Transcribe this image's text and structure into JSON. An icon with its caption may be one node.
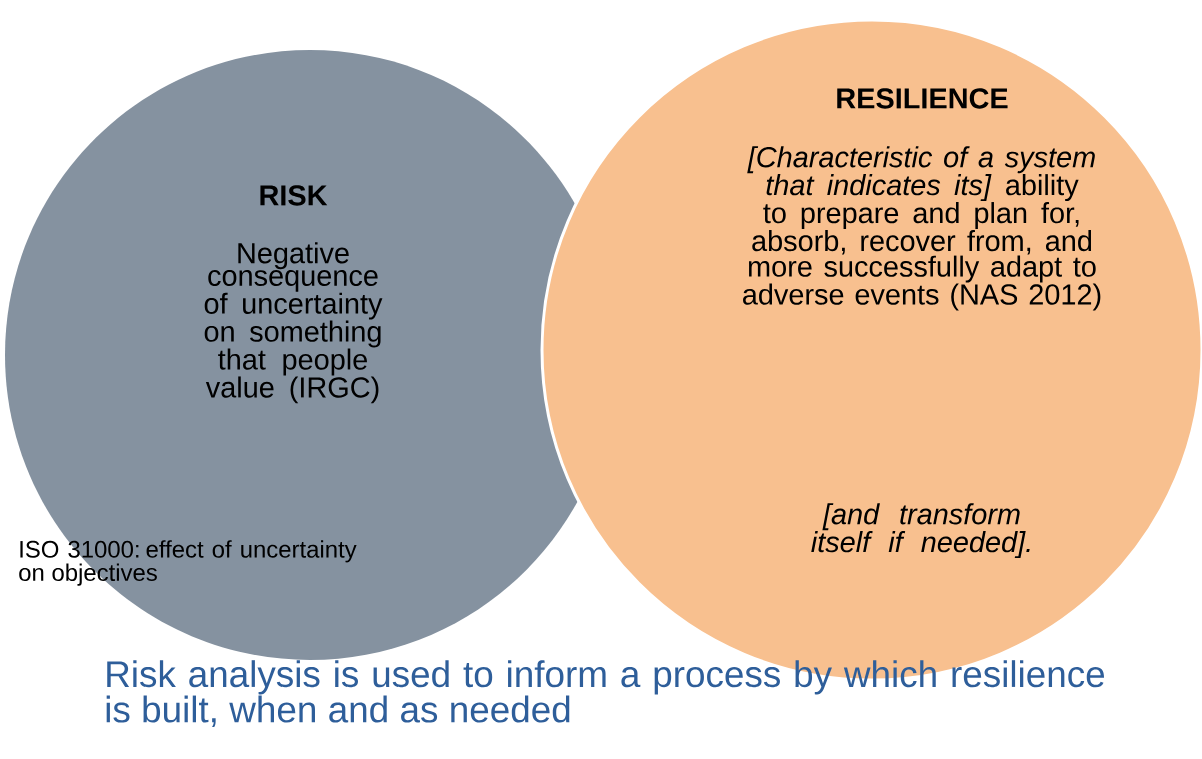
{
  "diagram": {
    "caption": "Risk analysis is used to inform a process by which resilience is built, when and as needed",
    "nodes": [
      {
        "text": [
          "RISK",
          "Negative consequence of uncertainty on something that people value (IRGC)"
        ]
      },
      {
        "text": [
          "RESILIENCE",
          "*[Characteristic of a system that indicates its]* ability to prepare and plan for, absorb, recover from, and more successfully adapt to adverse events (NAS 2012)",
          "[and transform itself if needed]."
        ]
      }
    ],
    "labels": [
      "ISO 31000: effect of uncertainty on objectives"
    ]
  }
}
